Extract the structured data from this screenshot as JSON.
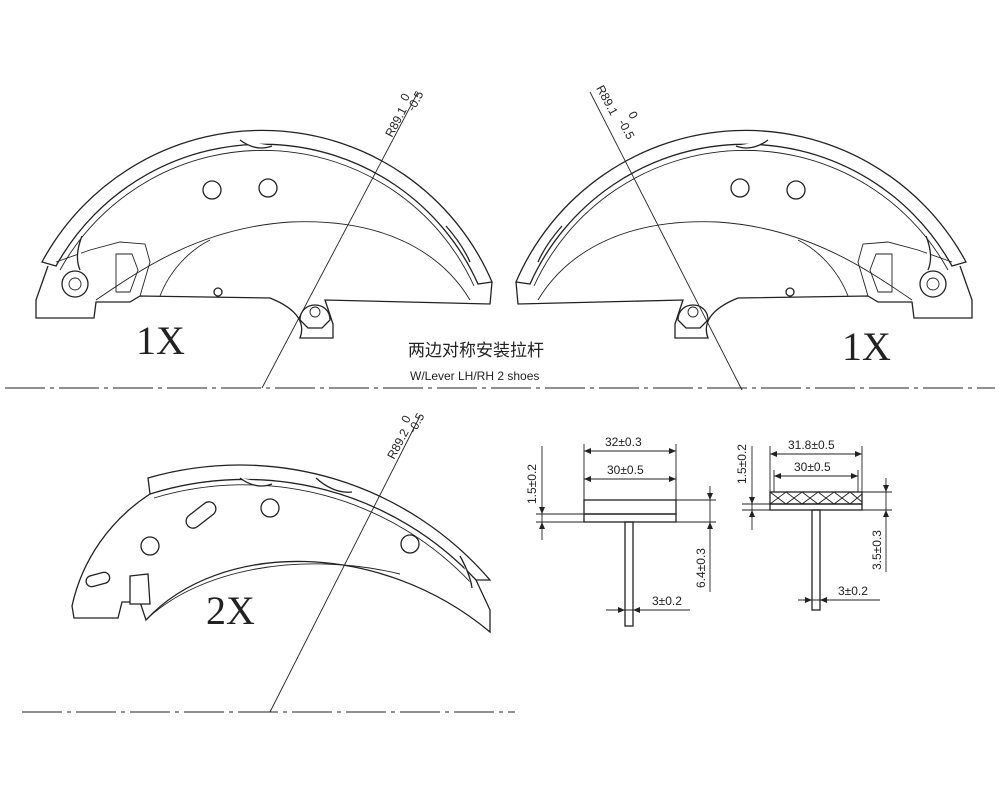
{
  "note": {
    "chinese": "两边对称安装拉杆",
    "english": "W/Lever  LH/RH 2 shoes"
  },
  "shoes": [
    {
      "quantity": "1X",
      "radius": "R89.1-0.5",
      "radius_base": "R89.1",
      "radius_upper": "0",
      "radius_lower": "-0.5"
    },
    {
      "quantity": "1X",
      "radius": "R89.1-0.5",
      "radius_base": "R89.1",
      "radius_upper": "0",
      "radius_lower": "-0.5"
    },
    {
      "quantity": "2X",
      "radius": "R89.2-0.5",
      "radius_base": "R89.2",
      "radius_upper": "0",
      "radius_lower": "-0.5"
    }
  ],
  "sections": [
    {
      "type": "bonded",
      "lining_width": "32±0.3",
      "table_width": "30±0.5",
      "lining_thickness": "1.5±0.2",
      "total_height": "6.4±0.3",
      "web_thickness": "3±0.2"
    },
    {
      "type": "riveted",
      "lining_width": "31.8±0.5",
      "table_width": "30±0.5",
      "lining_thickness": "1.5±0.2",
      "total_height": "3.5±0.3",
      "web_thickness": "3±0.2"
    }
  ]
}
